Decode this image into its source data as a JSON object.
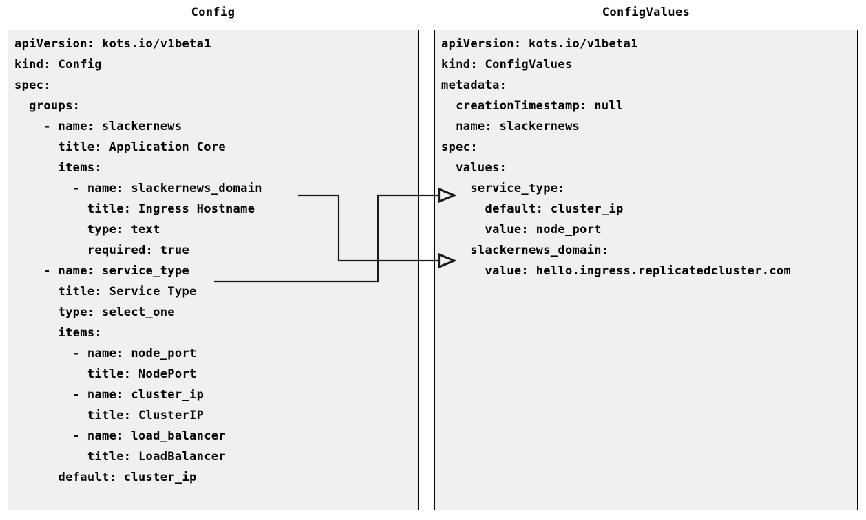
{
  "diagram": {
    "background_color": "#ffffff",
    "panel_fill": "#f0f0f0",
    "panel_border": "#000000",
    "text_color": "#000000",
    "connector_color": "#1a1a1a"
  },
  "left_panel": {
    "title": "Config",
    "lines": [
      "apiVersion: kots.io/v1beta1",
      "kind: Config",
      "spec:",
      "  groups:",
      "    - name: slackernews",
      "      title: Application Core",
      "      items:",
      "        - name: slackernews_domain",
      "          title: Ingress Hostname",
      "          type: text",
      "          required: true",
      "    - name: service_type",
      "      title: Service Type",
      "      type: select_one",
      "      items:",
      "        - name: node_port",
      "          title: NodePort",
      "        - name: cluster_ip",
      "          title: ClusterIP",
      "        - name: load_balancer",
      "          title: LoadBalancer",
      "      default: cluster_ip"
    ]
  },
  "right_panel": {
    "title": "ConfigValues",
    "lines": [
      "apiVersion: kots.io/v1beta1",
      "kind: ConfigValues",
      "metadata:",
      "  creationTimestamp: null",
      "  name: slackernews",
      "spec:",
      "  values:",
      "    service_type:",
      "      default: cluster_ip",
      "      value: node_port",
      "    slackernews_domain:",
      "      value: hello.ingress.replicatedcluster.com"
    ]
  },
  "connectors": [
    {
      "name": "slackernews-domain-connector",
      "from_label": "- name: slackernews_domain",
      "to_label": "slackernews_domain:",
      "arrowhead": "open-triangle"
    },
    {
      "name": "service-type-connector",
      "from_label": "- name: service_type",
      "to_label": "service_type:",
      "arrowhead": "open-triangle"
    }
  ]
}
